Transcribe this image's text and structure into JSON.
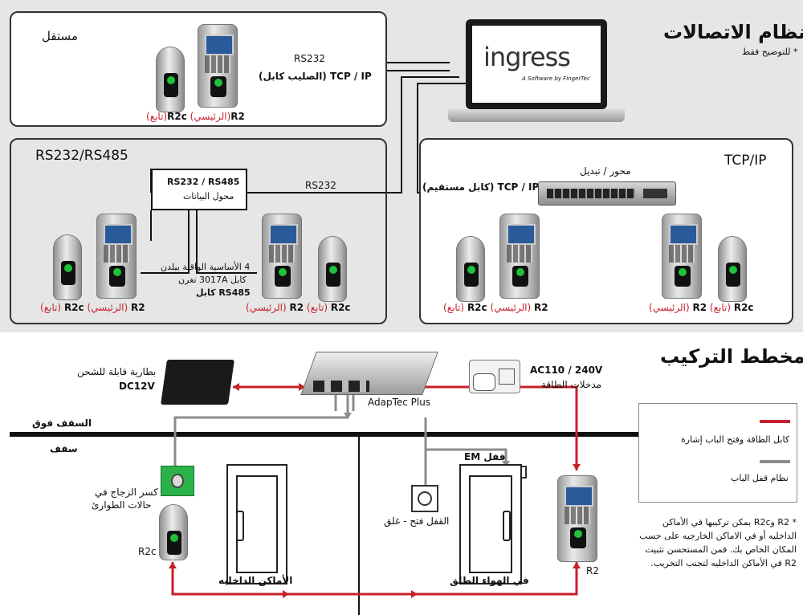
{
  "titles": {
    "communication": "نظام الاتصالات",
    "communication_note": "* للتوضيح فقط",
    "installation": "مخطط التركيب"
  },
  "standalone": {
    "title": "مستقل",
    "rs232": "RS232",
    "tcpip": "TCP / IP (الصليب كابل)",
    "cap_r2c": "R2c",
    "cap_r2c_role": "(تابع)",
    "cap_r2": "R2",
    "cap_r2_role": "(الرئيسي)"
  },
  "laptop": {
    "brand": "ingress",
    "tagline": "A Software by FingerTec"
  },
  "rs485_panel": {
    "title": "RS232/RS485",
    "converter_line1": "RS232 / RS485",
    "converter_line2": "محول البيانات",
    "rs232": "RS232",
    "cable_line1": "4 الأساسية الواقية بيلدن",
    "cable_line2": "كابل 3017A تغرن",
    "cable_line3": "RS485 كابل",
    "left_r2c": "R2c",
    "left_r2c_role": "(تابع)",
    "left_r2": "R2",
    "left_r2_role": "(الرئيسي)",
    "right_r2": "R2",
    "right_r2_role": "(الرئيسي)",
    "right_r2c": "R2c",
    "right_r2c_role": "(تابع)"
  },
  "tcp_panel": {
    "title": "TCP/IP",
    "hub": "محور / تبديل",
    "tcpip": "TCP / IP (كابل مستقيم)",
    "left_r2c": "R2c",
    "left_r2c_role": "(تابع)",
    "left_r2": "R2",
    "left_r2_role": "(الرئيسي)",
    "right_r2": "R2",
    "right_r2_role": "(الرئيسي)",
    "right_r2c": "R2c",
    "right_r2c_role": "(تابع)"
  },
  "install": {
    "battery_line1": "بطارية قابلة للشحن",
    "battery_line2": "DC12V",
    "adaptec": "AdapTec Plus",
    "power_line1": "AC110 / 240V",
    "power_line2": "مدخلات الطاقة",
    "ceiling_above": "السقف فوق",
    "ceiling": "سقف",
    "glass_line1": "كسر الزجاج في",
    "glass_line2": "حالات الطوارئ",
    "r2c": "R2c",
    "r2": "R2",
    "em_lock": "قفل EM",
    "door_lock": "القفل فتح - غلق",
    "indoor": "الأماكن الداخليه",
    "outdoor": "في الهواء الطلق"
  },
  "legend": {
    "power_label": "كابل الطاقة وفتح الباب إشارة",
    "lock_label": "نظام قفل الباب"
  },
  "note": {
    "line1": "* R2 وR2c يمكن تركيبها في الأماكن",
    "line2": "الداخليه أو في الاماكن الخارجيه على حسب",
    "line3": "المكان الخاص بك. فمن المستحسن تثبيت",
    "line4": "R2 في الأماكن الداخليه لتجنب التخريب."
  },
  "colors": {
    "power_cable": "#c8202a",
    "lock_cable": "#8c8c8c",
    "screen": "#2a5a9a",
    "fingerprint_led": "#1fc23a"
  }
}
